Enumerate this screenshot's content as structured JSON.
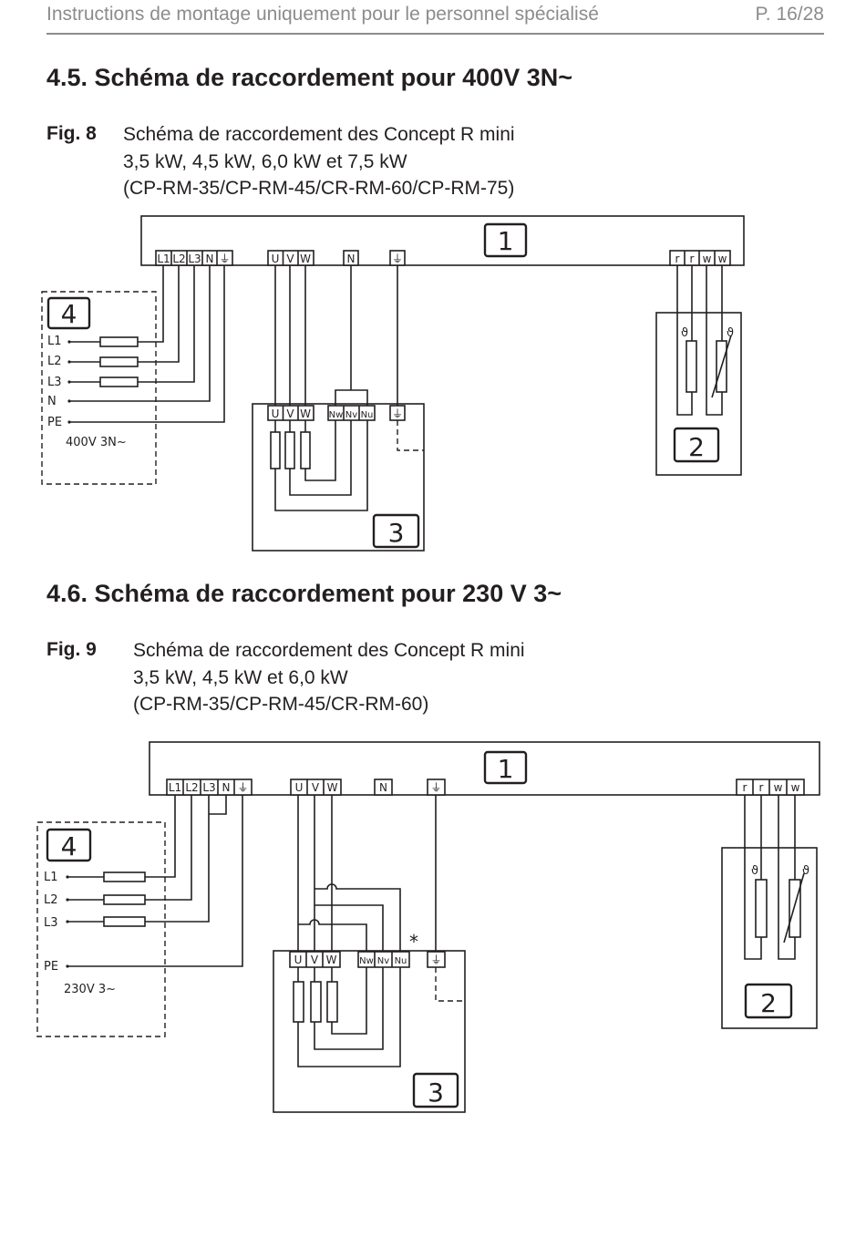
{
  "header": {
    "title": "Instructions de montage uniquement pour le personnel spécialisé",
    "page": "P. 16/28"
  },
  "section_1": {
    "title": "4.5.  Schéma de raccordement pour 400V 3N~",
    "figure": {
      "label": "Fig. 8",
      "caption": [
        "Schéma de raccordement des Concept R mini",
        "3,5 kW, 4,5 kW, 6,0 kW et 7,5 kW",
        "(CP-RM-35/CP-RM-45/CR-RM-60/CP-RM-75)"
      ],
      "diagram": {
        "box_1": "1",
        "box_2": "2",
        "box_3": "3",
        "box_4": "4",
        "main_terminals": [
          "L1",
          "L2",
          "L3",
          "N",
          "⏚"
        ],
        "heater_terminals_top": [
          "U",
          "V",
          "W"
        ],
        "neutral_terminal": "N",
        "earth_terminal": "⏚",
        "sensor_terminals": [
          "r",
          "r",
          "w",
          "w"
        ],
        "heater_terminals": [
          "U",
          "V",
          "W",
          "Nw",
          "Nv",
          "Nu",
          "⏚"
        ],
        "supply_lines": [
          "L1",
          "L2",
          "L3",
          "N",
          "PE"
        ],
        "supply_label": "400V 3N~",
        "sensor_symbols": [
          "ϑ",
          "ϑ"
        ]
      }
    }
  },
  "section_2": {
    "title": "4.6.  Schéma de raccordement pour 230 V 3~",
    "figure": {
      "label": "Fig. 9",
      "caption": [
        "Schéma de raccordement des Concept R mini",
        "3,5 kW, 4,5 kW et 6,0 kW",
        "(CP-RM-35/CP-RM-45/CR-RM-60)"
      ],
      "diagram": {
        "box_1": "1",
        "box_2": "2",
        "box_3": "3",
        "box_4": "4",
        "main_terminals": [
          "L1",
          "L2",
          "L3",
          "N",
          "⏚"
        ],
        "heater_terminals_top": [
          "U",
          "V",
          "W"
        ],
        "neutral_terminal": "N",
        "earth_terminal": "⏚",
        "sensor_terminals": [
          "r",
          "r",
          "w",
          "w"
        ],
        "heater_terminals": [
          "U",
          "V",
          "W",
          "Nw",
          "Nv",
          "Nu",
          "⏚"
        ],
        "supply_lines": [
          "L1",
          "L2",
          "L3",
          "PE"
        ],
        "supply_label": "230V 3~",
        "sensor_symbols": [
          "ϑ",
          "ϑ"
        ],
        "asterisk": "*"
      }
    }
  }
}
